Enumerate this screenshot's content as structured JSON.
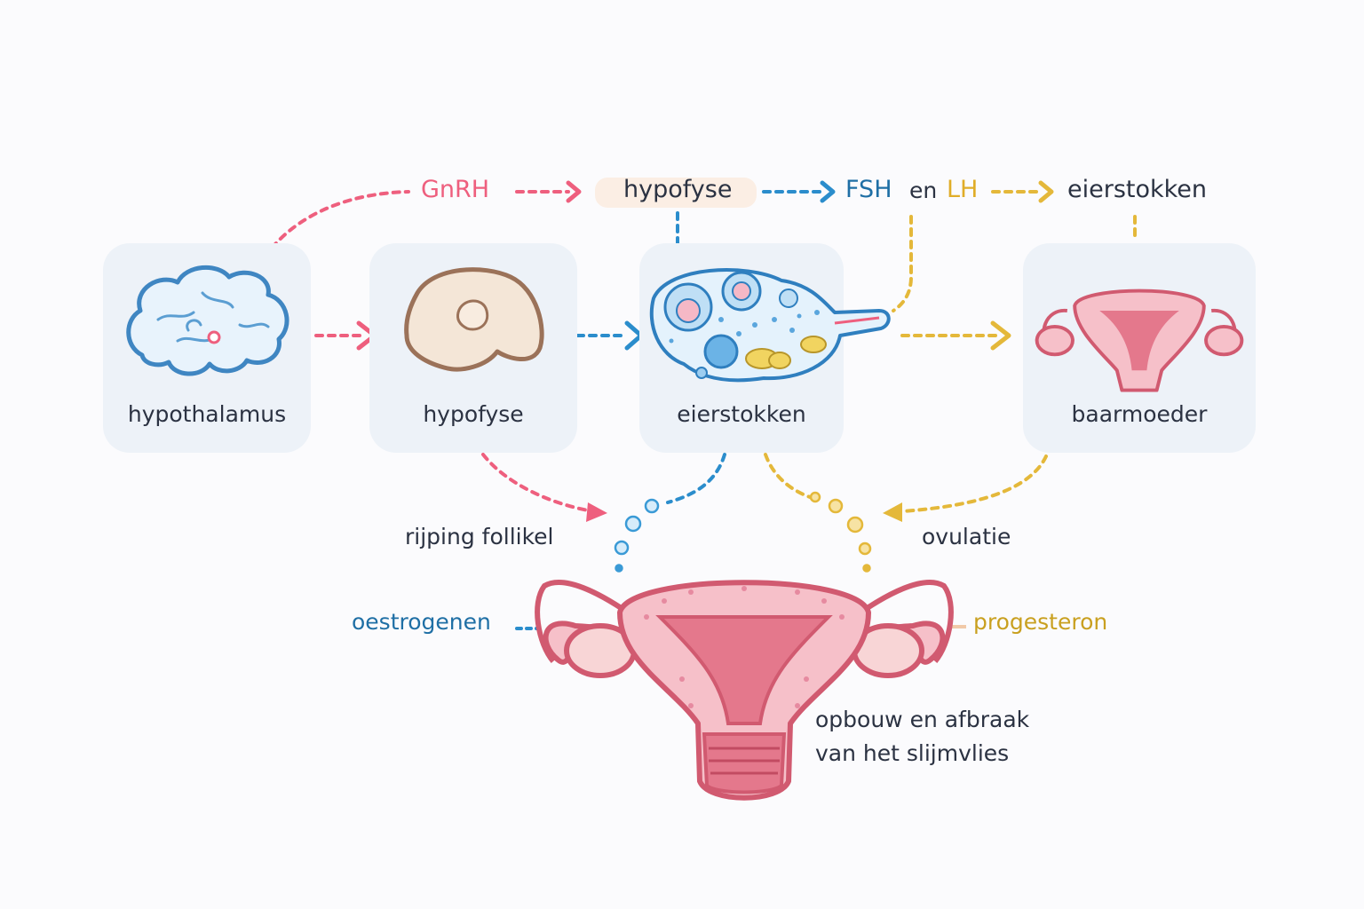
{
  "colors": {
    "pink": "#ee5f7e",
    "blue": "#2b8dcc",
    "yellow": "#e4b83a",
    "dark_text": "#2b3242",
    "card_bg": "#edf2f8",
    "pill_bg": "#fbeee4",
    "estrogen_text": "#1f6fa5",
    "progesterone_text": "#c9a020"
  },
  "top_row": {
    "gnrh": "GnRH",
    "pituitary": "hypofyse",
    "fsh": "FSH",
    "and": "en",
    "lh": "LH",
    "ovaries": "eierstokken"
  },
  "cards": [
    {
      "label": "hypothalamus",
      "icon": "brain-icon"
    },
    {
      "label": "hypofyse",
      "icon": "pituitary-icon"
    },
    {
      "label": "eierstokken",
      "icon": "ovary-icon"
    },
    {
      "label": "baarmoeder",
      "icon": "uterus-icon"
    }
  ],
  "bottom": {
    "follicle": "rijping follikel",
    "ovulation": "ovulatie",
    "estrogen": "oestrogenen",
    "progesterone": "progesteron",
    "endometrium_line1": "opbouw en afbraak",
    "endometrium_line2": "van het slijmvlies"
  }
}
